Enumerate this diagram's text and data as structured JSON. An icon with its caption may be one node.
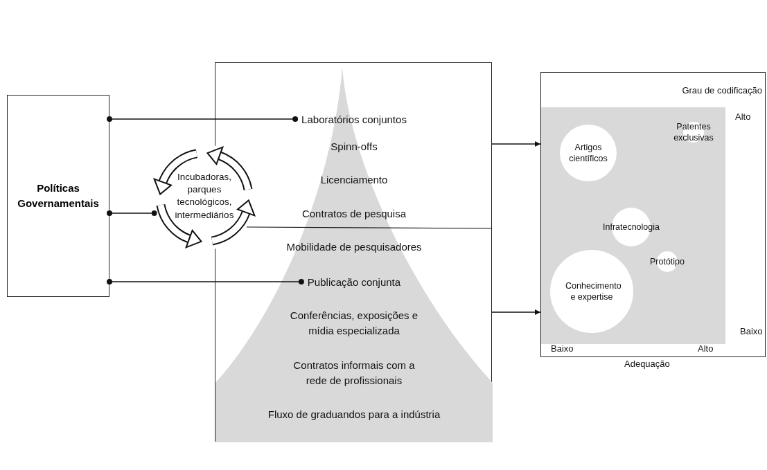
{
  "diagram": {
    "nodes": [
      {
        "text": [
          "Políticas Governamentais"
        ]
      },
      {
        "text": [],
        "shape": "box"
      },
      {
        "text": [
          "Laboratórios conjuntos"
        ],
        "in": 1
      },
      {
        "text": [
          "Spinn-offs"
        ],
        "in": 1
      },
      {
        "text": [
          "Licenciamento"
        ],
        "in": 1
      },
      {
        "text": [
          "Contratos de pesquisa"
        ],
        "in": 1
      },
      {
        "text": [
          "Mobilidade de pesquisadores"
        ],
        "in": 1
      },
      {
        "text": [
          "Publicação conjunta"
        ],
        "in": 1
      },
      {
        "text": [
          "Conferências, exposições e mídia especializada"
        ],
        "in": 1
      },
      {
        "text": [
          "Contratos informais com a rede de profissionais"
        ],
        "in": 1
      },
      {
        "text": [
          "Fluxo de graduandos para a indústria"
        ],
        "in": 1
      },
      {
        "text": [
          "Incubadoras, parques tecnológicos, intermediários"
        ]
      },
      {
        "text": [],
        "shape": "box"
      },
      {
        "text": [
          "Artigos científicos"
        ],
        "in": 12
      },
      {
        "text": [
          "Patentes exclusivas"
        ],
        "in": 12
      },
      {
        "text": [
          "Infratecnologia"
        ],
        "in": 12
      },
      {
        "text": [
          "Protótipo"
        ],
        "in": 12
      },
      {
        "text": [
          "Conhecimento e expertise"
        ],
        "in": 12
      }
    ],
    "edges": [
      {
        "from": 0,
        "to": 2,
        "arrow": "other"
      },
      {
        "from": 0,
        "to": 11,
        "arrow": "other"
      },
      {
        "from": 0,
        "to": 7,
        "arrow": "other"
      },
      {
        "from": 1,
        "to": 12,
        "arrow": "to"
      },
      {
        "from": 1,
        "to": 12,
        "arrow": "to"
      }
    ],
    "labels": [
      "Grau de codificação",
      "Alto",
      "Baixo",
      "Baixo",
      "Alto",
      "Adequação"
    ]
  }
}
